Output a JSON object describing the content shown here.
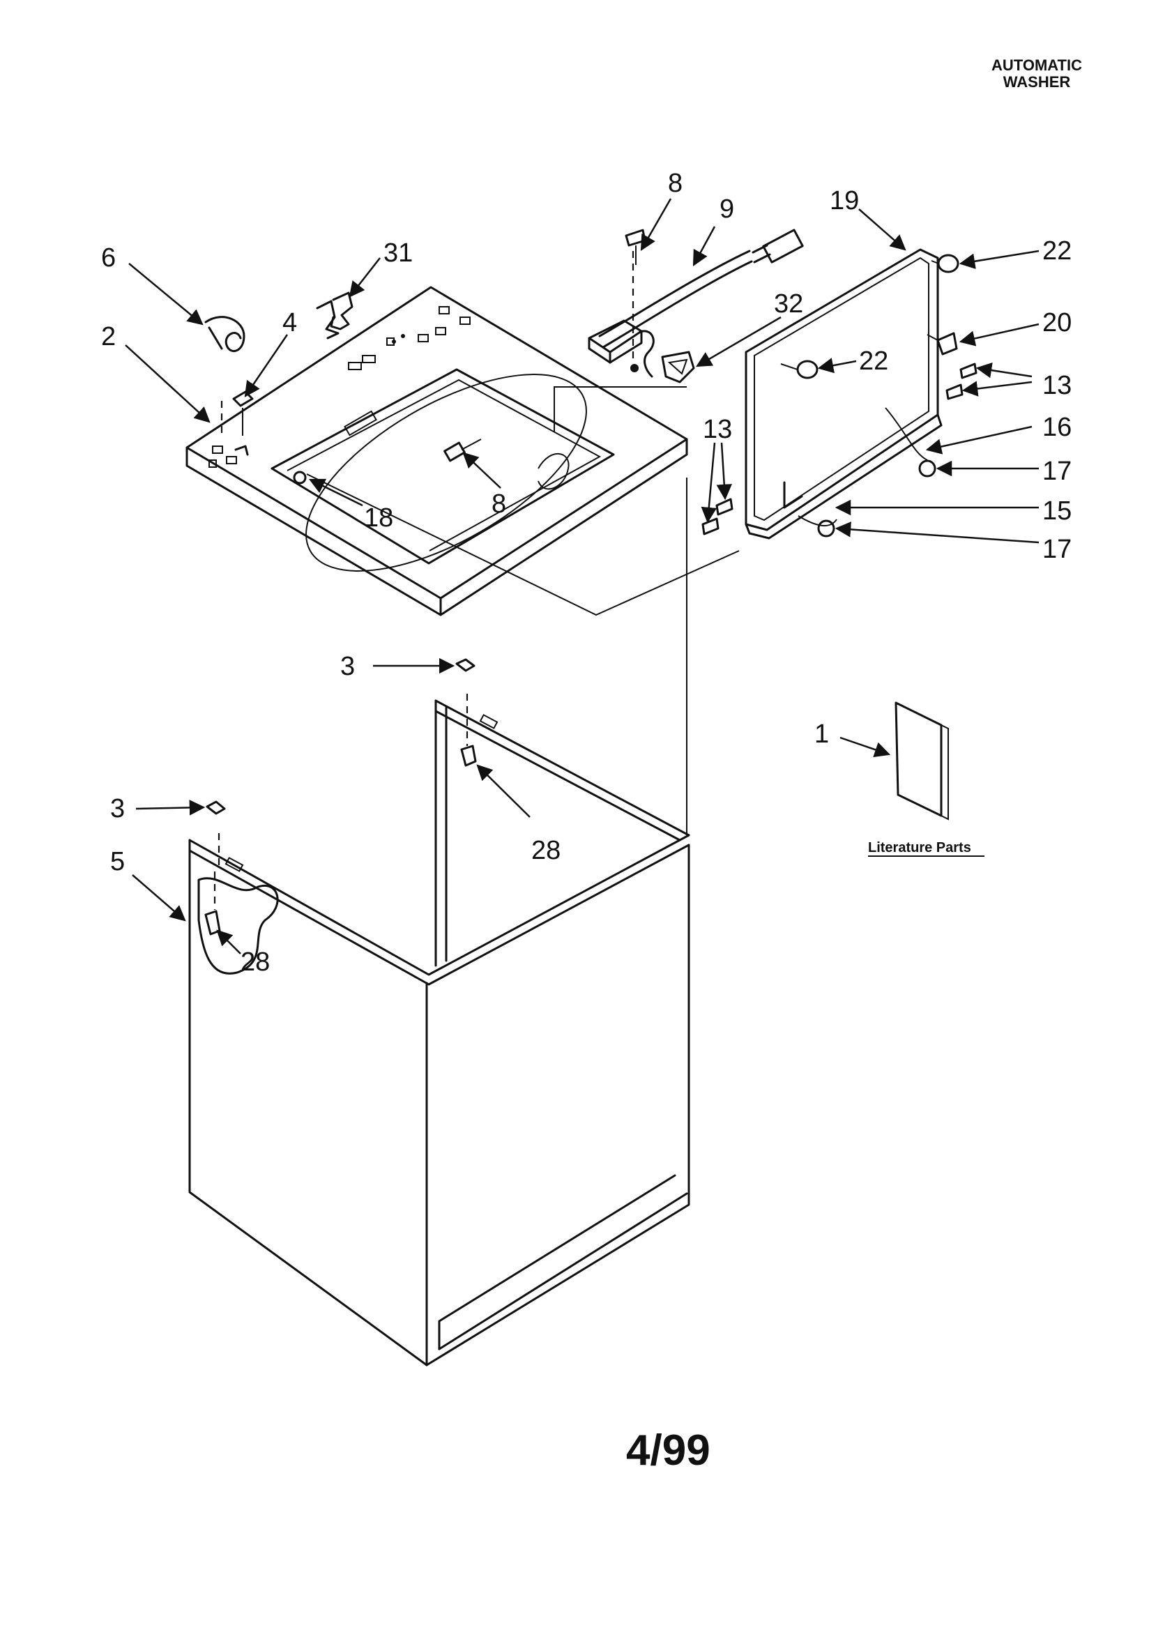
{
  "header": {
    "line1": "AUTOMATIC",
    "line2": "WASHER"
  },
  "footer": {
    "date_code": "4/99"
  },
  "literature": {
    "label": "Literature Parts"
  },
  "callouts": {
    "c1": "1",
    "c2": "2",
    "c3a": "3",
    "c3b": "3",
    "c4": "4",
    "c5": "5",
    "c6": "6",
    "c8a": "8",
    "c8b": "8",
    "c9": "9",
    "c13a": "13",
    "c13b": "13",
    "c15": "15",
    "c16": "16",
    "c17a": "17",
    "c17b": "17",
    "c18": "18",
    "c19": "19",
    "c20": "20",
    "c22a": "22",
    "c22b": "22",
    "c28a": "28",
    "c28b": "28",
    "c31": "31",
    "c32": "32"
  }
}
